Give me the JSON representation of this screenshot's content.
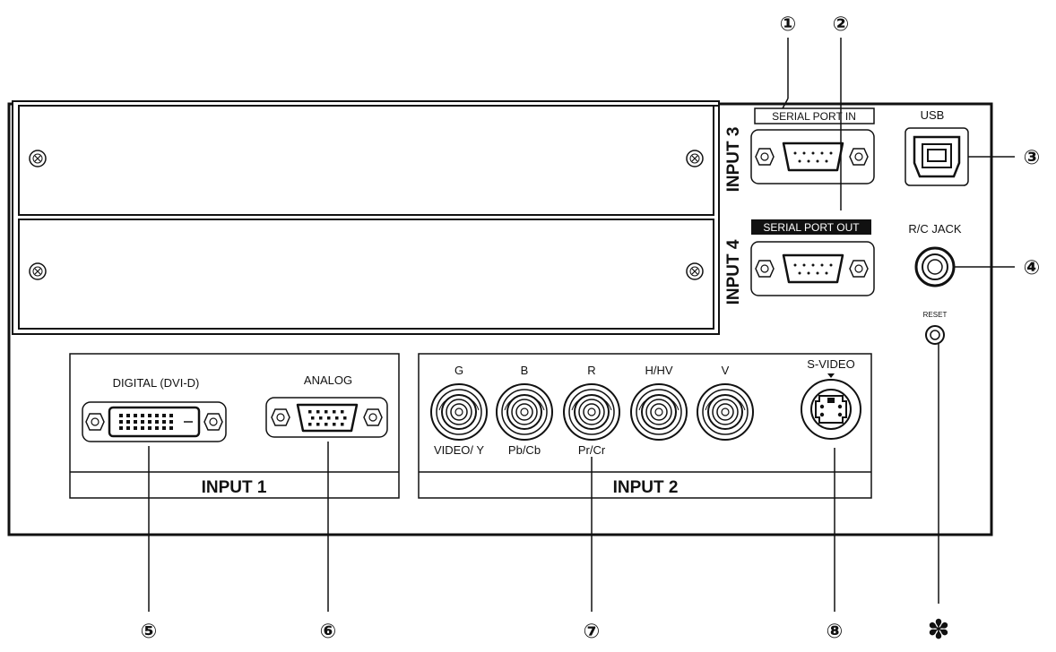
{
  "callouts": {
    "c1": "①",
    "c2": "②",
    "c3": "③",
    "c4": "④",
    "c5": "⑤",
    "c6": "⑥",
    "c7": "⑦",
    "c8": "⑧",
    "star": "✽"
  },
  "slots": {
    "input3": "INPUT 3",
    "input4": "INPUT 4"
  },
  "ports": {
    "serial_in": "SERIAL PORT IN",
    "serial_out": "SERIAL PORT OUT",
    "usb": "USB",
    "rc_jack": "R/C JACK",
    "reset": "RESET"
  },
  "input1": {
    "title": "INPUT 1",
    "digital": "DIGITAL (DVI-D)",
    "analog": "ANALOG"
  },
  "input2": {
    "title": "INPUT 2",
    "top": [
      "G",
      "B",
      "R",
      "H/HV",
      "V"
    ],
    "bottom": [
      "VIDEO/ Y",
      "Pb/Cb",
      "Pr/Cr"
    ],
    "svideo": "S-VIDEO"
  }
}
